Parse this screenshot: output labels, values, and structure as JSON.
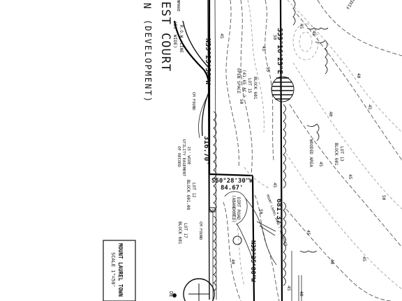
{
  "street": {
    "name": "EST COURT",
    "status": "(DEVELOPMENT)",
    "prefix_fragment": "N",
    "row_width": "(50' WIDE)",
    "row_line": "R.O.W. LINE",
    "left_fragment": "NMARE"
  },
  "bearings": {
    "west_line": "N39°25'56\"W",
    "east_line": "S39°16'23\"E",
    "south_line": "N39°25'00\"W",
    "cross_bearing": "S50°28'30\"W"
  },
  "distances": {
    "west_line": "316.70'",
    "cross_line": "84.67'",
    "east_line": "681.37'"
  },
  "labels": {
    "fixed_rod": "FIXED RO",
    "cm_found_1": "CM FOUND",
    "cm_found_2": "CM FOUND",
    "open_space": "OPEN SPACE",
    "block_601": "BLOCK 601",
    "lot_15": "LOT 15",
    "area": "(41.65 AC.)",
    "lot_13": "LOT 13",
    "block_601_b": "BLOCK 601",
    "wooded_area": "WOODED AREA",
    "easement_line_1": "15' WIDE",
    "easement_line_2": "UTILITY EASEMENT",
    "easement_line_3": "OF RECORD",
    "lot_12": "LOT 12",
    "block_601_08": "BLOCK 601.08",
    "lot_17": "LOT 17",
    "block_601_c": "BLOCK 601",
    "dirt_road": "DIRT ROAD",
    "dirt_road_status": "(ABANDONED)",
    "road_note": "MOUNT LAUREL ROAD / ABANDONED",
    "bottom_left_fragment": "DE"
  },
  "title_block": {
    "township": "MOUNT LAUREL TOWN",
    "scale": "SCALE 1\"=50'"
  },
  "contour_labels": [
    "45",
    "45",
    "50",
    "45",
    "45",
    "40",
    "45",
    "50",
    "55",
    "45",
    "40",
    "45",
    "50",
    "45",
    "40",
    "45",
    "50",
    "45",
    "40",
    "40",
    "45"
  ],
  "colors": {
    "ink": "#111111",
    "paper": "#ffffff"
  }
}
